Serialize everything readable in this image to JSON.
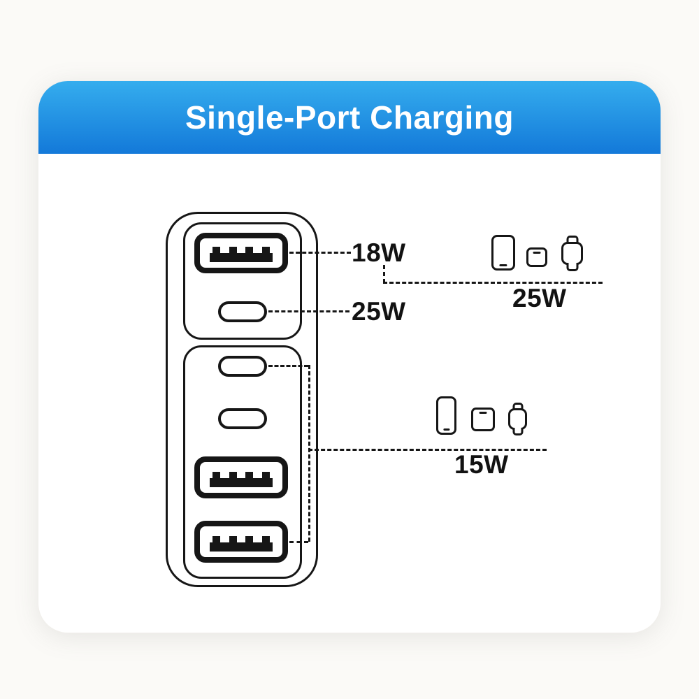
{
  "title": "Single-Port Charging",
  "colors": {
    "header_gradient_start": "#35ADEE",
    "header_gradient_end": "#1379D9",
    "title_text": "#FFFFFF",
    "line_color": "#161616",
    "panel_background": "#FFFFFF",
    "page_background": "#FBFAF7"
  },
  "charger": {
    "top_section_ports": [
      "usb-a",
      "usb-c"
    ],
    "bottom_section_ports": [
      "usb-c",
      "usb-c",
      "usb-a",
      "usb-a"
    ]
  },
  "labels": {
    "usb_a_top_power": "18W",
    "usb_c_top_power": "25W"
  },
  "device_groups": {
    "top": {
      "power": "25W",
      "devices": [
        "smartphone-icon",
        "earbuds-case-icon",
        "smartwatch-icon"
      ]
    },
    "bottom": {
      "power": "15W",
      "devices": [
        "smartphone-icon",
        "earbuds-case-icon",
        "smartwatch-icon"
      ]
    }
  }
}
